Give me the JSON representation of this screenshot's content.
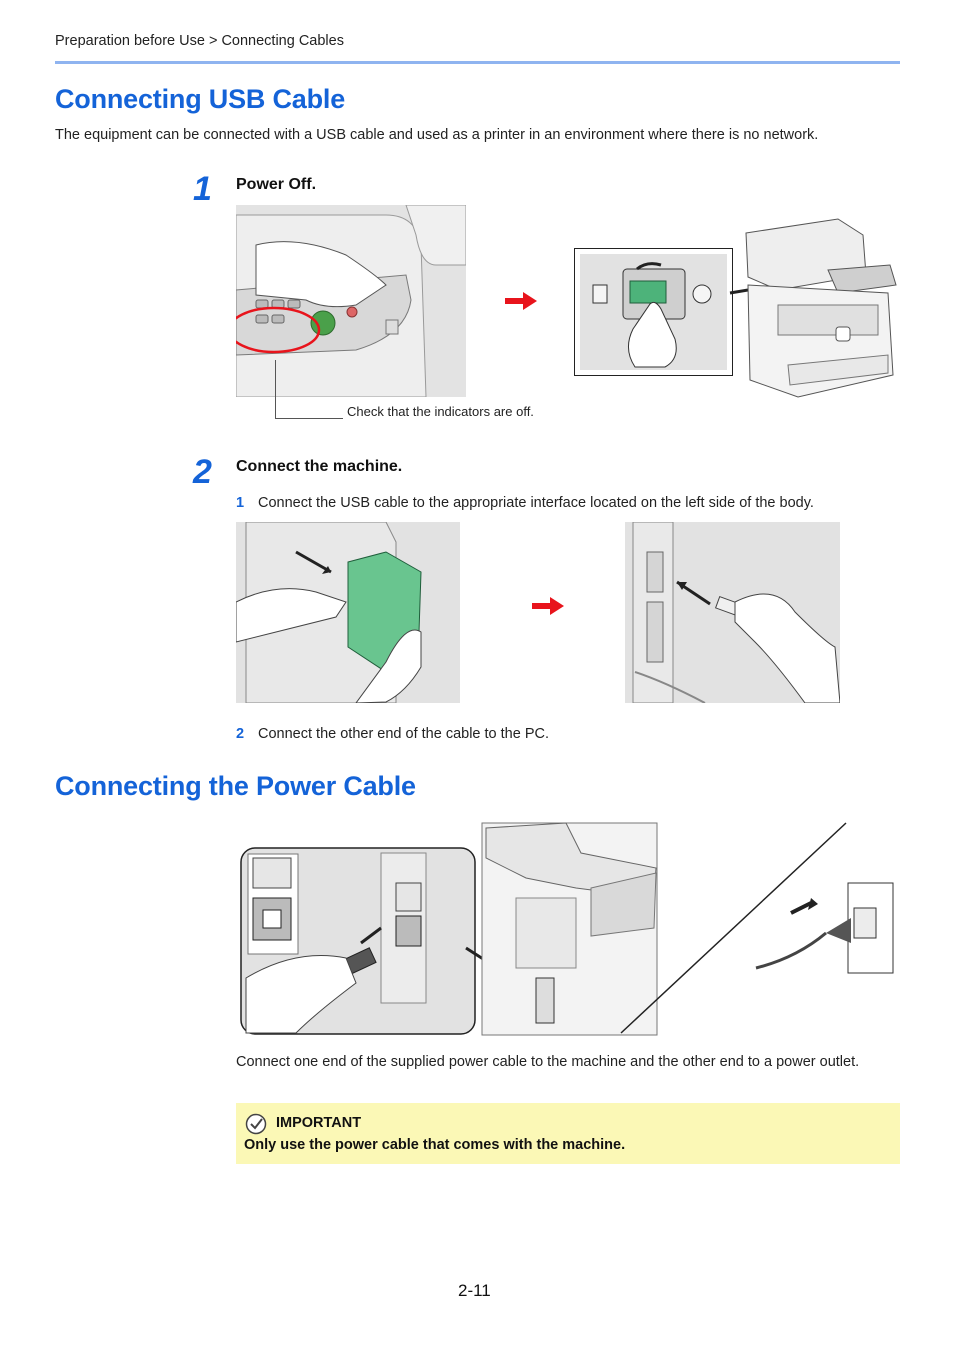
{
  "header": {
    "breadcrumb": "Preparation before Use > Connecting Cables"
  },
  "section1": {
    "title": "Connecting USB Cable",
    "intro": "The equipment can be connected with a USB cable and used as a printer in an environment where there is no network.",
    "steps": [
      {
        "number": "1",
        "title": "Power Off.",
        "caption": "Check that the indicators are off."
      },
      {
        "number": "2",
        "title": "Connect the machine.",
        "substeps": [
          {
            "number": "1",
            "text": "Connect the USB cable to the appropriate interface located on the left side of the body."
          },
          {
            "number": "2",
            "text": "Connect the other end of the cable to the PC."
          }
        ]
      }
    ]
  },
  "section2": {
    "title": "Connecting the Power Cable",
    "body": "Connect one end of the supplied power cable to the machine and the other end to a power outlet.",
    "important": {
      "label": "IMPORTANT",
      "text": "Only use the power cable that comes with the machine.",
      "icon": "check-circle-icon"
    }
  },
  "footer": {
    "page_number": "2-11"
  },
  "colors": {
    "heading": "#1463d8",
    "rule": "#8fb4f0",
    "arrow": "#e8141c",
    "important_bg": "#fbf8b6",
    "figure_bg": "#e6e6e6"
  }
}
